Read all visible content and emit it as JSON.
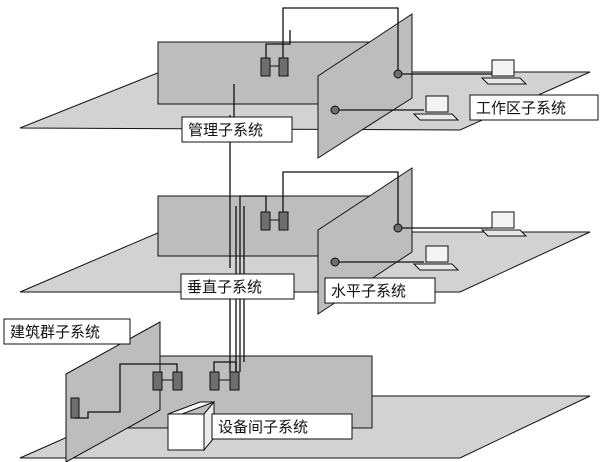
{
  "labels": {
    "management": "管理子系统",
    "work_area": "工作区子系统",
    "vertical": "垂直子系统",
    "horizontal": "水平子系统",
    "campus": "建筑群子系统",
    "equipment_room": "设备间子系统"
  },
  "colors": {
    "floor": "#d2d2d2",
    "wall": "#bdbdbd",
    "line": "#111111",
    "device": "#6e6e6e",
    "label_bg": "#ffffff"
  }
}
